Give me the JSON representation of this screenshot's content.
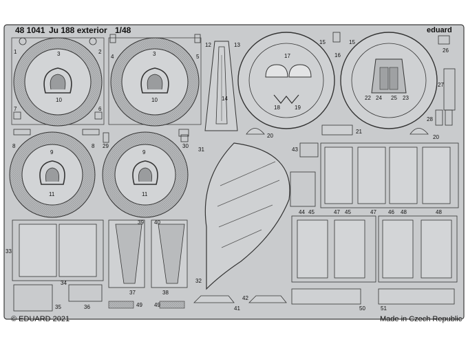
{
  "header": {
    "set_number": "48 1041",
    "title": "Ju 188 exterior",
    "scale": "1/48",
    "brand": "eduard"
  },
  "footer": {
    "copyright": "© EDUARD 2021",
    "origin": "Made in Czech Republic"
  },
  "part_labels": {
    "p1": "1",
    "p2": "2",
    "p3a": "3",
    "p3b": "3",
    "p4": "4",
    "p5": "5",
    "p6": "6",
    "p7": "7",
    "p8a": "8",
    "p8b": "8",
    "p9a": "9",
    "p9b": "9",
    "p10a": "10",
    "p10b": "10",
    "p11a": "11",
    "p11b": "11",
    "p12": "12",
    "p13": "13",
    "p14": "14",
    "p15a": "15",
    "p15b": "15",
    "p16": "16",
    "p17": "17",
    "p18": "18",
    "p19": "19",
    "p20a": "20",
    "p20b": "20",
    "p21": "21",
    "p22": "22",
    "p23": "23",
    "p24": "24",
    "p25": "25",
    "p26": "26",
    "p27": "27",
    "p28": "28",
    "p29": "29",
    "p30": "30",
    "p31": "31",
    "p32": "32",
    "p33": "33",
    "p34": "34",
    "p35": "35",
    "p36": "36",
    "p37": "37",
    "p38": "38",
    "p39": "39",
    "p40": "40",
    "p41": "41",
    "p42": "42",
    "p43": "43",
    "p44": "44",
    "p45a": "45",
    "p45b": "45",
    "p46": "46",
    "p47a": "47",
    "p47b": "47",
    "p48a": "48",
    "p48b": "48",
    "p49a": "49",
    "p49b": "49",
    "p50": "50",
    "p51": "51"
  },
  "colors": {
    "fret": "#c9cbcd",
    "outline": "#3a3a3a",
    "detail": "#555555"
  }
}
